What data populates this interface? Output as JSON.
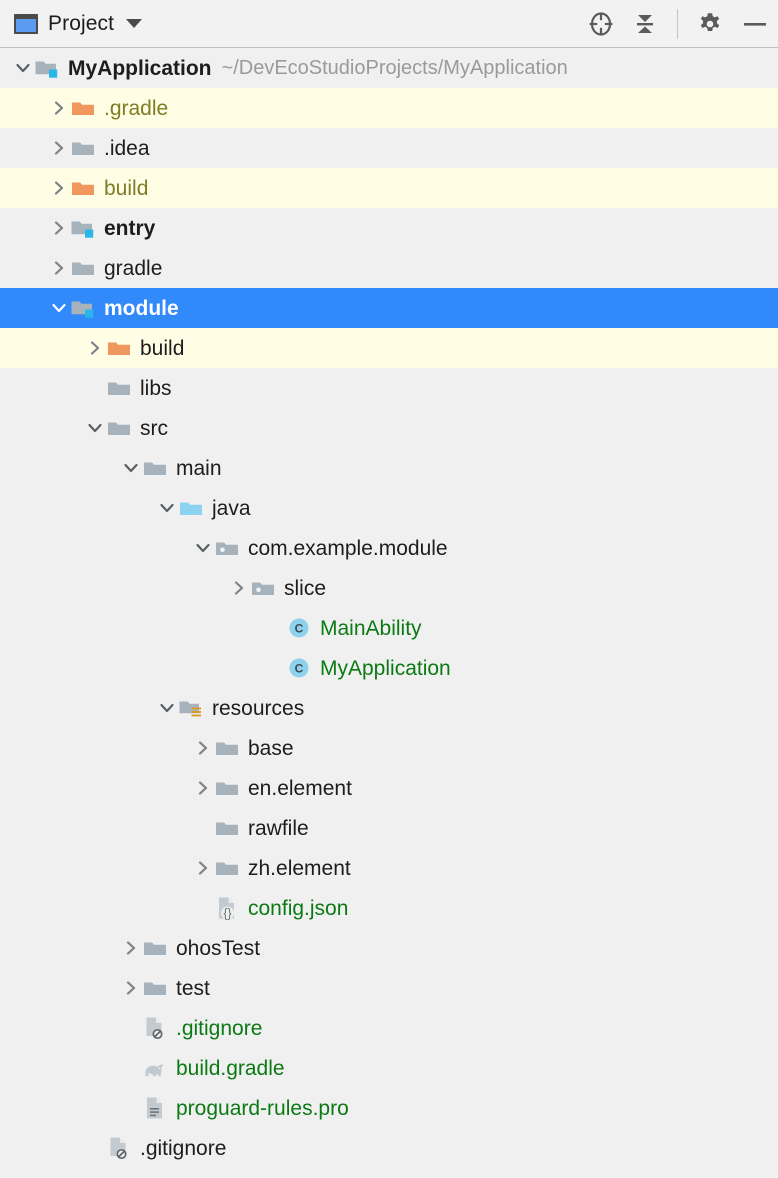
{
  "window": {
    "tool_window_title": "Project",
    "title_icon": "project-view-icon",
    "dropdown_icon": "chevron-down-icon",
    "actions": [
      {
        "name": "select-opened-file-icon",
        "label": "Select Opened File"
      },
      {
        "name": "collapse-all-icon",
        "label": "Collapse All"
      },
      {
        "name": "separator",
        "label": ""
      },
      {
        "name": "gear-icon",
        "label": "Settings"
      },
      {
        "name": "minimize-icon",
        "label": "Hide"
      }
    ]
  },
  "colors": {
    "selection_blue": "#3189FA",
    "excluded_yellow": "#FFFDE4",
    "row_background": "#F0F0F0",
    "vcs_added_green": "#0C7A14",
    "excluded_text_olive": "#7E7C24",
    "folder_grey": "#A7B3BC",
    "folder_orange": "#F0975E",
    "source_root_blue": "#8CD3F0",
    "module_badge_blue": "#29B6E8",
    "path_grey": "#9A9A9A"
  },
  "tree": {
    "rows": [
      {
        "depth": 0,
        "arrow": "expanded",
        "icon": "module-folder-icon",
        "label": "MyApplication",
        "style": "bold",
        "row": "normal",
        "path": "~/DevEcoStudioProjects/MyApplication"
      },
      {
        "depth": 1,
        "arrow": "collapsed",
        "icon": "folder-orange-icon",
        "label": ".gradle",
        "style": "olive",
        "row": "excluded",
        "path": ""
      },
      {
        "depth": 1,
        "arrow": "collapsed",
        "icon": "folder-grey-icon",
        "label": ".idea",
        "style": "plain",
        "row": "normal",
        "path": ""
      },
      {
        "depth": 1,
        "arrow": "collapsed",
        "icon": "folder-orange-icon",
        "label": "build",
        "style": "olive",
        "row": "excluded",
        "path": ""
      },
      {
        "depth": 1,
        "arrow": "collapsed",
        "icon": "module-folder-icon",
        "label": "entry",
        "style": "bold",
        "row": "normal",
        "path": ""
      },
      {
        "depth": 1,
        "arrow": "collapsed",
        "icon": "folder-grey-icon",
        "label": "gradle",
        "style": "plain",
        "row": "normal",
        "path": ""
      },
      {
        "depth": 1,
        "arrow": "expanded",
        "icon": "module-folder-icon",
        "label": "module",
        "style": "bold",
        "row": "selected",
        "path": ""
      },
      {
        "depth": 2,
        "arrow": "collapsed",
        "icon": "folder-orange-icon",
        "label": "build",
        "style": "plain",
        "row": "excluded",
        "path": ""
      },
      {
        "depth": 2,
        "arrow": "none",
        "icon": "folder-grey-icon",
        "label": "libs",
        "style": "plain",
        "row": "normal",
        "path": ""
      },
      {
        "depth": 2,
        "arrow": "expanded",
        "icon": "folder-grey-icon",
        "label": "src",
        "style": "plain",
        "row": "normal",
        "path": ""
      },
      {
        "depth": 3,
        "arrow": "expanded",
        "icon": "folder-grey-icon",
        "label": "main",
        "style": "plain",
        "row": "normal",
        "path": ""
      },
      {
        "depth": 4,
        "arrow": "expanded",
        "icon": "source-root-folder-icon",
        "label": "java",
        "style": "plain",
        "row": "normal",
        "path": ""
      },
      {
        "depth": 5,
        "arrow": "expanded",
        "icon": "package-icon",
        "label": "com.example.module",
        "style": "plain",
        "row": "normal",
        "path": ""
      },
      {
        "depth": 6,
        "arrow": "collapsed",
        "icon": "package-icon",
        "label": "slice",
        "style": "plain",
        "row": "normal",
        "path": ""
      },
      {
        "depth": 7,
        "arrow": "none",
        "icon": "java-class-icon",
        "label": "MainAbility",
        "style": "green",
        "row": "normal",
        "path": ""
      },
      {
        "depth": 7,
        "arrow": "none",
        "icon": "java-class-icon",
        "label": "MyApplication",
        "style": "green",
        "row": "normal",
        "path": ""
      },
      {
        "depth": 4,
        "arrow": "expanded",
        "icon": "resources-folder-icon",
        "label": "resources",
        "style": "plain",
        "row": "normal",
        "path": ""
      },
      {
        "depth": 5,
        "arrow": "collapsed",
        "icon": "folder-grey-icon",
        "label": "base",
        "style": "plain",
        "row": "normal",
        "path": ""
      },
      {
        "depth": 5,
        "arrow": "collapsed",
        "icon": "folder-grey-icon",
        "label": "en.element",
        "style": "plain",
        "row": "normal",
        "path": ""
      },
      {
        "depth": 5,
        "arrow": "none",
        "icon": "folder-grey-icon",
        "label": "rawfile",
        "style": "plain",
        "row": "normal",
        "path": ""
      },
      {
        "depth": 5,
        "arrow": "collapsed",
        "icon": "folder-grey-icon",
        "label": "zh.element",
        "style": "plain",
        "row": "normal",
        "path": ""
      },
      {
        "depth": 5,
        "arrow": "none",
        "icon": "json-file-icon",
        "label": "config.json",
        "style": "green",
        "row": "normal",
        "path": ""
      },
      {
        "depth": 3,
        "arrow": "collapsed",
        "icon": "folder-grey-icon",
        "label": "ohosTest",
        "style": "plain",
        "row": "normal",
        "path": ""
      },
      {
        "depth": 3,
        "arrow": "collapsed",
        "icon": "folder-grey-icon",
        "label": "test",
        "style": "plain",
        "row": "normal",
        "path": ""
      },
      {
        "depth": 3,
        "arrow": "none",
        "icon": "gitignore-file-icon",
        "label": ".gitignore",
        "style": "green",
        "row": "normal",
        "path": ""
      },
      {
        "depth": 3,
        "arrow": "none",
        "icon": "gradle-file-icon",
        "label": "build.gradle",
        "style": "green",
        "row": "normal",
        "path": ""
      },
      {
        "depth": 3,
        "arrow": "none",
        "icon": "text-file-icon",
        "label": "proguard-rules.pro",
        "style": "green",
        "row": "normal",
        "path": ""
      },
      {
        "depth": 2,
        "arrow": "none",
        "icon": "gitignore-file-icon",
        "label": ".gitignore",
        "style": "plain",
        "row": "normal",
        "path": ""
      }
    ]
  }
}
